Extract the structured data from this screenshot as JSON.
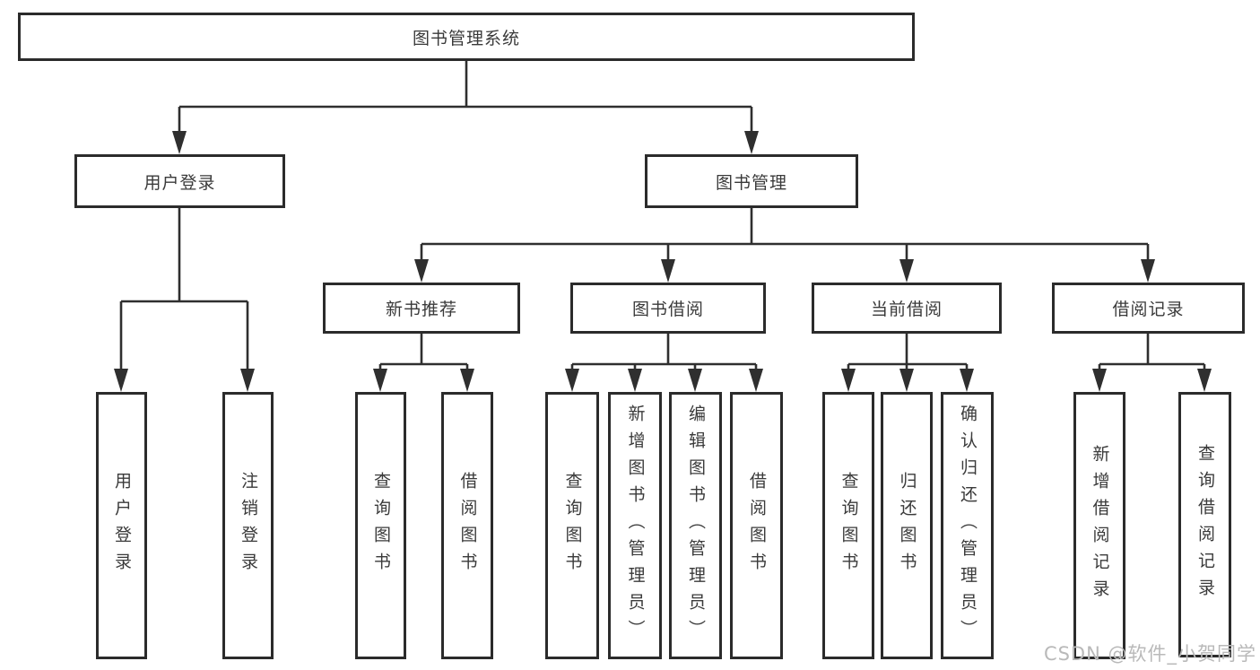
{
  "diagram": {
    "root": {
      "label": "图书管理系统"
    },
    "level2": [
      {
        "label": "用户登录"
      },
      {
        "label": "图书管理"
      }
    ],
    "level3": [
      {
        "label": "新书推荐"
      },
      {
        "label": "图书借阅"
      },
      {
        "label": "当前借阅"
      },
      {
        "label": "借阅记录"
      }
    ],
    "leaves": {
      "user_login": [
        {
          "label": "用户登录"
        },
        {
          "label": "注销登录"
        }
      ],
      "new_book": [
        {
          "label": "查询图书"
        },
        {
          "label": "借阅图书"
        }
      ],
      "book_borrow": [
        {
          "label": "查询图书"
        },
        {
          "label": "新增图书（管理员）"
        },
        {
          "label": "编辑图书（管理员）"
        },
        {
          "label": "借阅图书"
        }
      ],
      "current_borrow": [
        {
          "label": "查询图书"
        },
        {
          "label": "归还图书"
        },
        {
          "label": "确认归还（管理员）"
        }
      ],
      "borrow_record": [
        {
          "label": "新增借阅记录"
        },
        {
          "label": "查询借阅记录"
        }
      ]
    }
  },
  "watermark": {
    "text": "CSDN @软件_小贺同学"
  },
  "colors": {
    "line": "#2f2f2f",
    "box_border": "#2b2b2b",
    "box_fill": "#ffffff",
    "text": "#3a3a3a",
    "watermark": "#b9b9b9",
    "background": "#ffffff"
  }
}
